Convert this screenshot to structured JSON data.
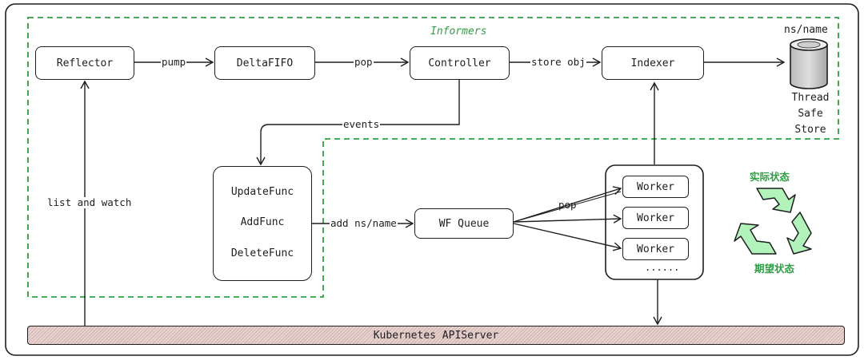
{
  "informers_label": "Informers",
  "nodes": {
    "reflector": "Reflector",
    "deltafifo": "DeltaFIFO",
    "controller": "Controller",
    "indexer": "Indexer",
    "wf_queue": "WF Queue",
    "workers": [
      "Worker",
      "Worker",
      "Worker"
    ],
    "workers_more": "......",
    "funcs": [
      "UpdateFunc",
      "AddFunc",
      "DeleteFunc"
    ],
    "store_key": "ns/name",
    "store_name": "Thread Safe Store"
  },
  "edges": {
    "pump": "pump",
    "pop1": "pop",
    "store_obj": "store obj",
    "events": "events",
    "add_ns_name": "add ns/name",
    "pop2": "pop",
    "list_and_watch": "list and watch"
  },
  "apiserver": "Kubernetes APIServer",
  "states": {
    "actual": "实际状态",
    "desired": "期望状态"
  },
  "colors": {
    "informers_border": "#2f9e44",
    "recycle_fill": "#b2f2bb",
    "apiserver_fill": "#e8d3d0"
  }
}
